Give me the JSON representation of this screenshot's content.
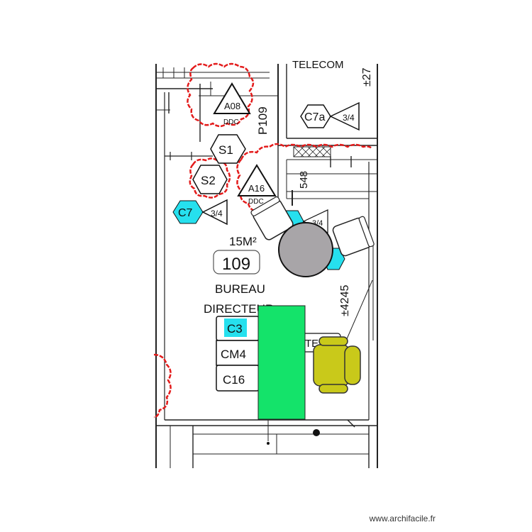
{
  "room": {
    "area": "15M²",
    "number": "109",
    "name_line1": "BUREAU",
    "name_line2": "DIRECTEUR"
  },
  "neighbor_label": "TELECOM",
  "dimensions": {
    "top_right": "±27",
    "door_width": "548",
    "height": "±4245"
  },
  "tags": {
    "p109": "P109",
    "a08": "A08",
    "a08_sub": "DDC",
    "a16": "A16",
    "a16_sub": "DDC",
    "s1": "S1",
    "s2": "S2",
    "c7": "C7",
    "c7_frac": "3/4",
    "c7a": "C7a",
    "c7a_frac": "3/4",
    "hidden_frac": "3/4",
    "c3": "C3",
    "cm4": "CM4",
    "c16": "C16",
    "partial_te": "TE"
  },
  "colors": {
    "revision_cloud": "#e31b1b",
    "highlight": "#26e0ee",
    "desk": "#14e36a",
    "chair": "#c9c91a",
    "table": "#a8a5a8"
  },
  "watermark": "www.archifacile.fr"
}
